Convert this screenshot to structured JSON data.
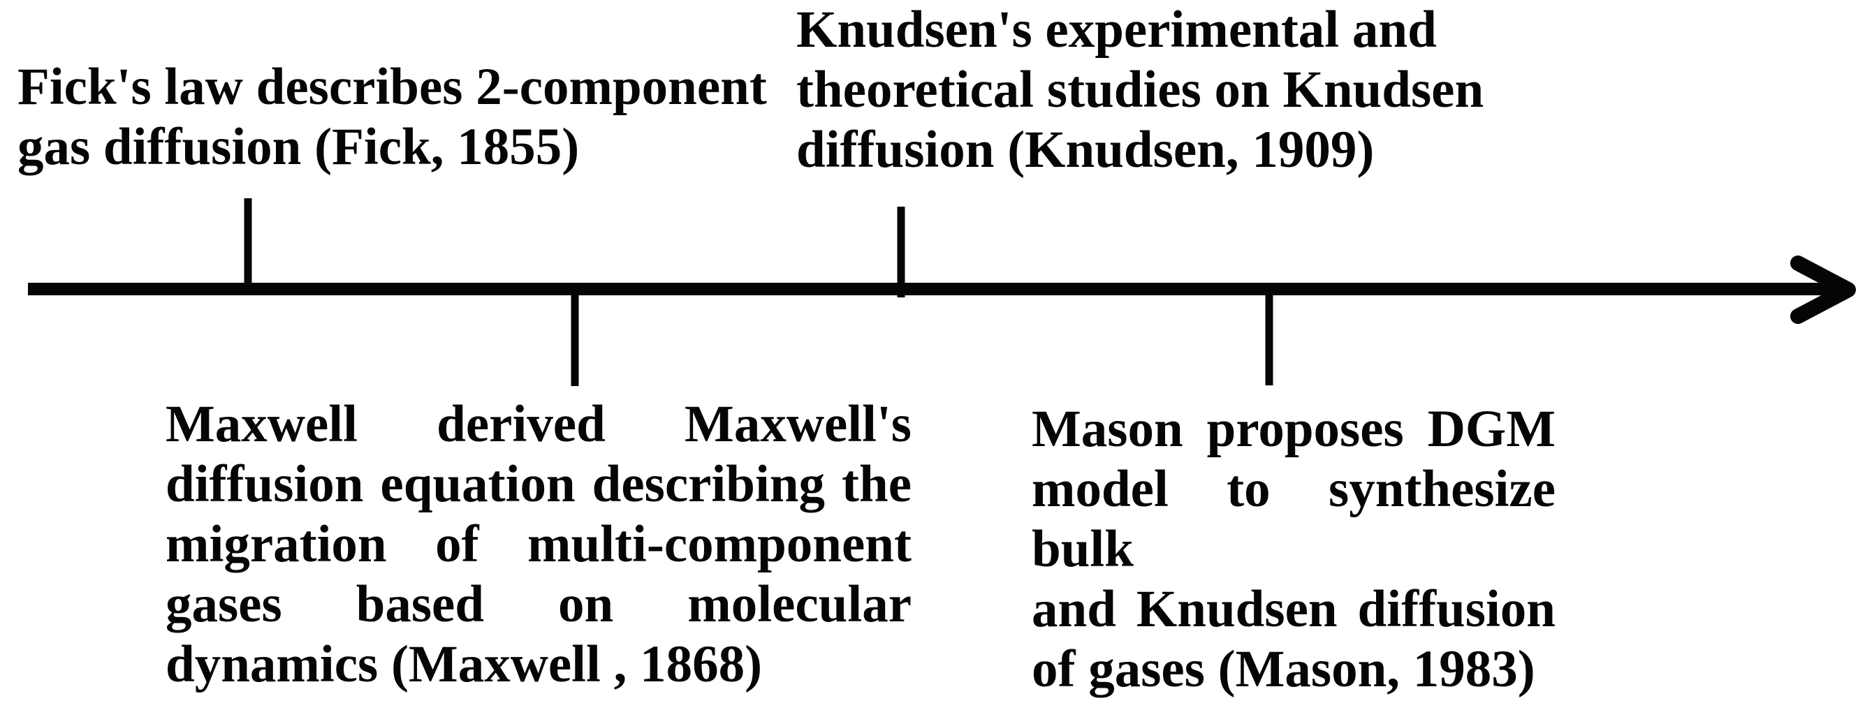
{
  "figure": {
    "kind": "timeline",
    "ink_color": "#050505",
    "background": "#ffffff"
  },
  "events": {
    "fick": {
      "side": "above",
      "lines": [
        "Fick's law describes 2-component",
        "gas diffusion (Fick, 1855)"
      ]
    },
    "knudsen": {
      "side": "above",
      "lines": [
        "Knudsen's experimental and",
        "theoretical studies on Knudsen",
        "diffusion (Knudsen, 1909)"
      ]
    },
    "maxwell": {
      "side": "below",
      "lines": [
        "Maxwell derived Maxwell's",
        "diffusion equation describing the",
        "migration of multi-component",
        "gases based on molecular",
        "dynamics (Maxwell , 1868)"
      ]
    },
    "mason": {
      "side": "below",
      "lines": [
        "Mason proposes DGM",
        "model to synthesize bulk",
        "and Knudsen diffusion",
        "of gases (Mason, 1983)"
      ]
    }
  }
}
